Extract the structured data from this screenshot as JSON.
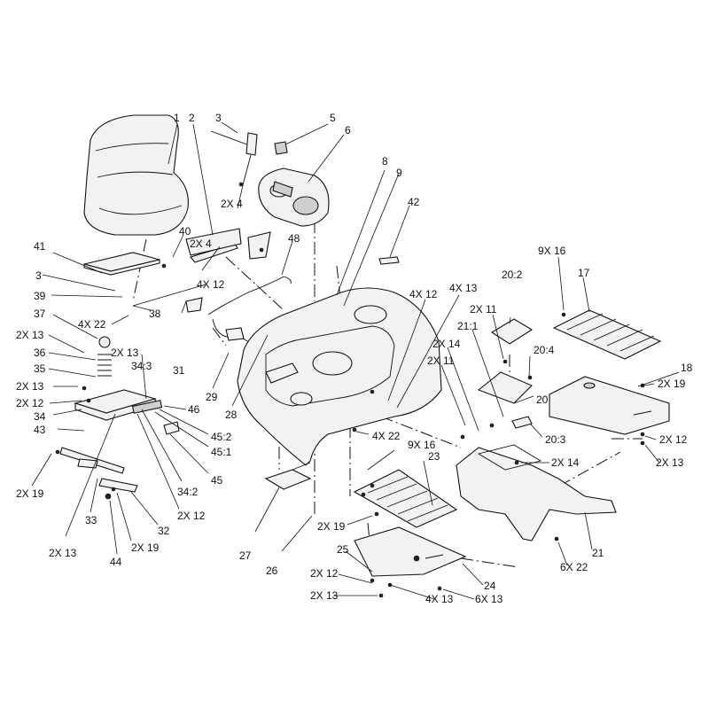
{
  "labels": [
    {
      "id": "p1",
      "text": "1"
    },
    {
      "id": "p2",
      "text": "2"
    },
    {
      "id": "p3a",
      "text": "3"
    },
    {
      "id": "p5",
      "text": "5"
    },
    {
      "id": "p6",
      "text": "6"
    },
    {
      "id": "p2x4a",
      "text": "2X 4"
    },
    {
      "id": "p40",
      "text": "40"
    },
    {
      "id": "p2x4b",
      "text": "2X 4"
    },
    {
      "id": "p48",
      "text": "48"
    },
    {
      "id": "p8",
      "text": "8"
    },
    {
      "id": "p9",
      "text": "9"
    },
    {
      "id": "p42",
      "text": "42"
    },
    {
      "id": "p41",
      "text": "41"
    },
    {
      "id": "p3b",
      "text": "3"
    },
    {
      "id": "p4x12a",
      "text": "4X 12"
    },
    {
      "id": "p39",
      "text": "39"
    },
    {
      "id": "p37",
      "text": "37"
    },
    {
      "id": "p4x22a",
      "text": "4X 22"
    },
    {
      "id": "p38",
      "text": "38"
    },
    {
      "id": "p2x13a",
      "text": "2X 13"
    },
    {
      "id": "p36",
      "text": "36"
    },
    {
      "id": "p2x13b",
      "text": "2X 13"
    },
    {
      "id": "p34_3",
      "text": "34:3"
    },
    {
      "id": "p35",
      "text": "35"
    },
    {
      "id": "p2x13c",
      "text": "2X 13"
    },
    {
      "id": "p2x12a",
      "text": "2X 12"
    },
    {
      "id": "p34",
      "text": "34"
    },
    {
      "id": "p43",
      "text": "43"
    },
    {
      "id": "p31",
      "text": "31"
    },
    {
      "id": "p29",
      "text": "29"
    },
    {
      "id": "p28",
      "text": "28"
    },
    {
      "id": "p46",
      "text": "46"
    },
    {
      "id": "p45_2",
      "text": "45:2"
    },
    {
      "id": "p45_1",
      "text": "45:1"
    },
    {
      "id": "p45",
      "text": "45"
    },
    {
      "id": "p34_2",
      "text": "34:2"
    },
    {
      "id": "p2x12b",
      "text": "2X 12"
    },
    {
      "id": "p2x19a",
      "text": "2X 19"
    },
    {
      "id": "p33",
      "text": "33"
    },
    {
      "id": "p32",
      "text": "32"
    },
    {
      "id": "p2x13d",
      "text": "2X 13"
    },
    {
      "id": "p44",
      "text": "44"
    },
    {
      "id": "p2x19b",
      "text": "2X 19"
    },
    {
      "id": "p27",
      "text": "27"
    },
    {
      "id": "p26",
      "text": "26"
    },
    {
      "id": "p4x12b",
      "text": "4X 12"
    },
    {
      "id": "p4x13a",
      "text": "4X 13"
    },
    {
      "id": "p2x14a",
      "text": "2X 14"
    },
    {
      "id": "p2x11a",
      "text": "2X 11"
    },
    {
      "id": "p4x22b",
      "text": "4X 22"
    },
    {
      "id": "p9x16a",
      "text": "9X 16"
    },
    {
      "id": "p23",
      "text": "23"
    },
    {
      "id": "p20_2",
      "text": "20:2"
    },
    {
      "id": "p2x11b",
      "text": "2X 11"
    },
    {
      "id": "p21_1",
      "text": "21:1"
    },
    {
      "id": "p20_4",
      "text": "20:4"
    },
    {
      "id": "p9x16b",
      "text": "9X 16"
    },
    {
      "id": "p17",
      "text": "17"
    },
    {
      "id": "p18",
      "text": "18"
    },
    {
      "id": "p2x19c",
      "text": "2X 19"
    },
    {
      "id": "p20",
      "text": "20"
    },
    {
      "id": "p20_3",
      "text": "20:3"
    },
    {
      "id": "p2x12c",
      "text": "2X 12"
    },
    {
      "id": "p2x13e",
      "text": "2X 13"
    },
    {
      "id": "p2x14b",
      "text": "2X 14"
    },
    {
      "id": "p2x19d",
      "text": "2X 19"
    },
    {
      "id": "p25",
      "text": "25"
    },
    {
      "id": "p2x12d",
      "text": "2X 12"
    },
    {
      "id": "p2x13f",
      "text": "2X 13"
    },
    {
      "id": "p4x13b",
      "text": "4X 13"
    },
    {
      "id": "p6x13",
      "text": "6X 13"
    },
    {
      "id": "p24",
      "text": "24"
    },
    {
      "id": "p6x22",
      "text": "6X 22"
    },
    {
      "id": "p21",
      "text": "21"
    }
  ]
}
